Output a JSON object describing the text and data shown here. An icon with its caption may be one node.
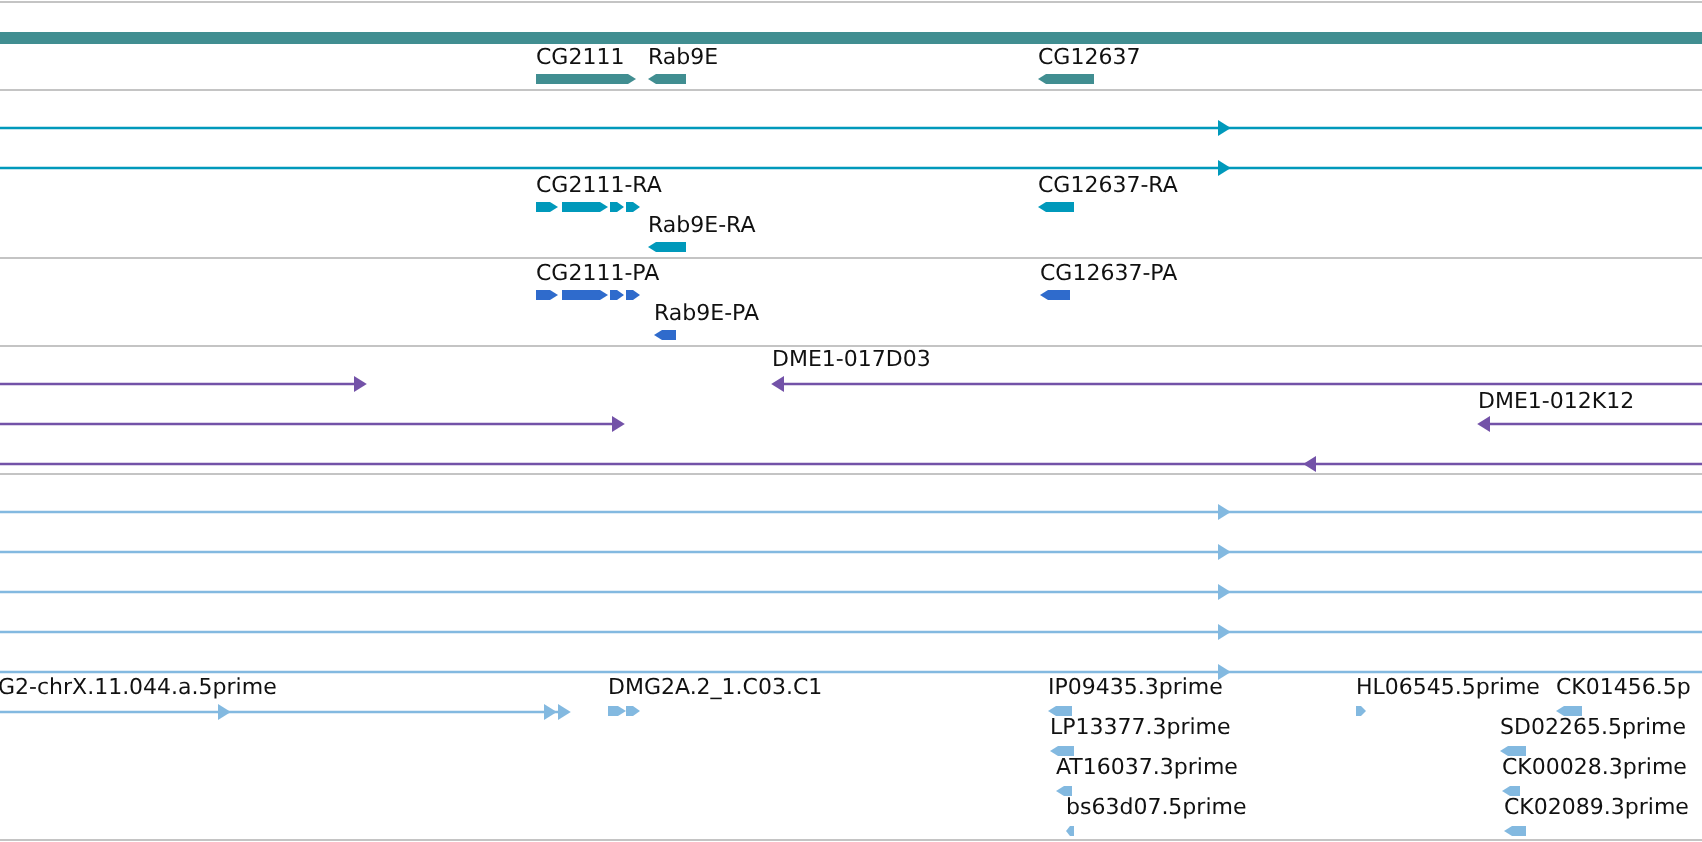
{
  "diagram": {
    "labels": [
      "CG2111",
      "Rab9E",
      "CG12637",
      "CG2111-RA",
      "CG12637-RA",
      "Rab9E-RA",
      "CG2111-PA",
      "CG12637-PA",
      "Rab9E-PA",
      "DME1-017D03",
      "DME1-012K12",
      "G2-chrX.11.044.a.5prime",
      "DMG2A.2_1.C03.C1",
      "IP09435.3prime",
      "HL06545.5prime",
      "CK01456.5p",
      "LP13377.3prime",
      "SD02265.5prime",
      "AT16037.3prime",
      "CK00028.3prime",
      "bs63d07.5prime",
      "CK02089.3prime"
    ]
  }
}
